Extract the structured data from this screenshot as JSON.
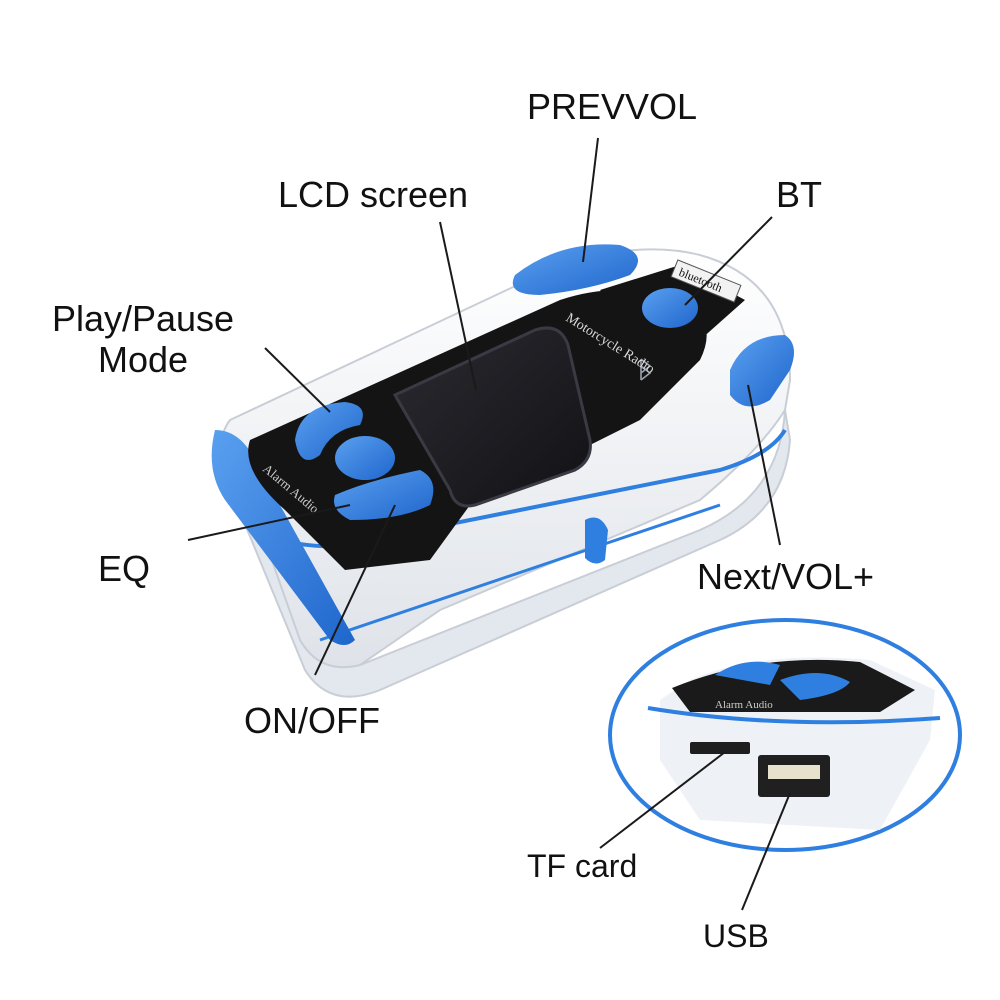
{
  "product": {
    "panel_text": "Motorcycle Radio",
    "brand_badge": "bluetooth",
    "side_text": "Alarm Audio",
    "inset_side_text": "Alarm Audio"
  },
  "labels": {
    "prev_vol": "PREVVOL",
    "lcd_screen": "LCD screen",
    "bt": "BT",
    "play_pause": "Play/Pause",
    "mode": "Mode",
    "eq": "EQ",
    "next_vol": "Next/VOL+",
    "on_off": "ON/OFF",
    "tf_card": "TF card",
    "usb": "USB"
  },
  "colors": {
    "accent_blue": "#2f7fe0",
    "body_white": "#f4f5f7",
    "panel_black": "#141414",
    "screen_dark": "#1b1b1f",
    "line": "#1a1a1a"
  },
  "icons": [
    "bluetooth-icon"
  ]
}
